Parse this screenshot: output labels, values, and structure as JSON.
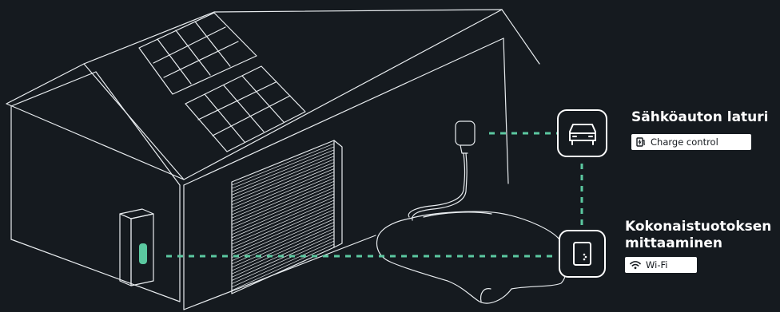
{
  "charger": {
    "title": "Sähköauton laturi",
    "tag_label": "Charge control",
    "tag_icon": "charger-icon",
    "node_icon": "car-icon"
  },
  "meter": {
    "title_line1": "Kokonaistuotoksen",
    "title_line2": "mittaaminen",
    "tag_label": "Wi-Fi",
    "tag_icon": "wifi-icon",
    "node_icon": "meter-device-icon"
  },
  "colors": {
    "background": "#151a1f",
    "line": "#e8ecef",
    "accent": "#5bc8a0"
  }
}
